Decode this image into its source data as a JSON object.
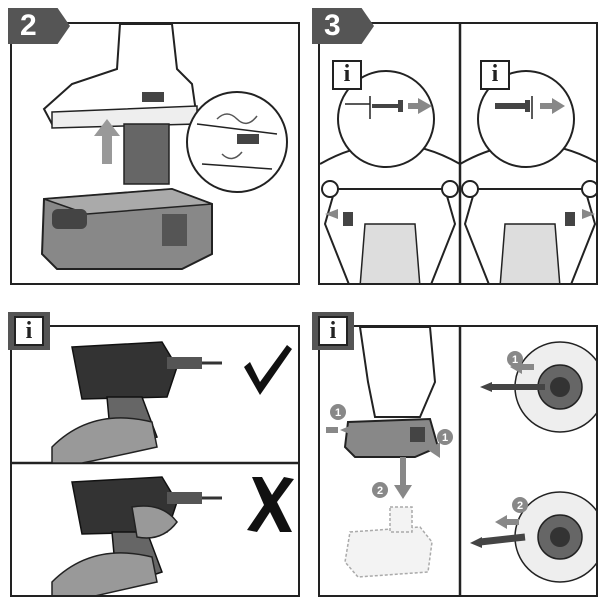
{
  "steps": {
    "step2": {
      "number": "2"
    },
    "step3": {
      "number": "3"
    }
  },
  "info_label": "i",
  "callouts": {
    "remove_1": "1",
    "remove_2": "2",
    "bit_1": "1",
    "bit_2": "2"
  },
  "colors": {
    "tag_gray": "#555555",
    "line": "#222222",
    "tool_dark": "#333333",
    "battery_gray": "#777777",
    "arrow_gray": "#888888"
  },
  "icons": [
    "check-mark-icon",
    "cross-mark-icon",
    "info-icon",
    "arrow-icon"
  ]
}
